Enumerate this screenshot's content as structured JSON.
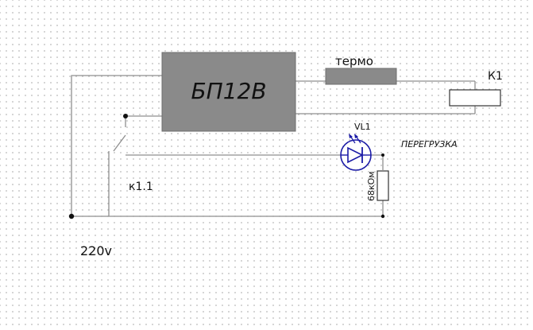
{
  "labels": {
    "power_supply": "БП12В",
    "thermo": "термо",
    "relay": "К1",
    "relay_contact": "к1.1",
    "mains": "220v",
    "led": "VL1",
    "overload": "ПЕРЕГРУЗКА",
    "resistor": "68кОм"
  },
  "colors": {
    "block_fill": "#8a8a8a",
    "wire": "#8f8f8f",
    "led_blue": "#1a1aa6"
  }
}
